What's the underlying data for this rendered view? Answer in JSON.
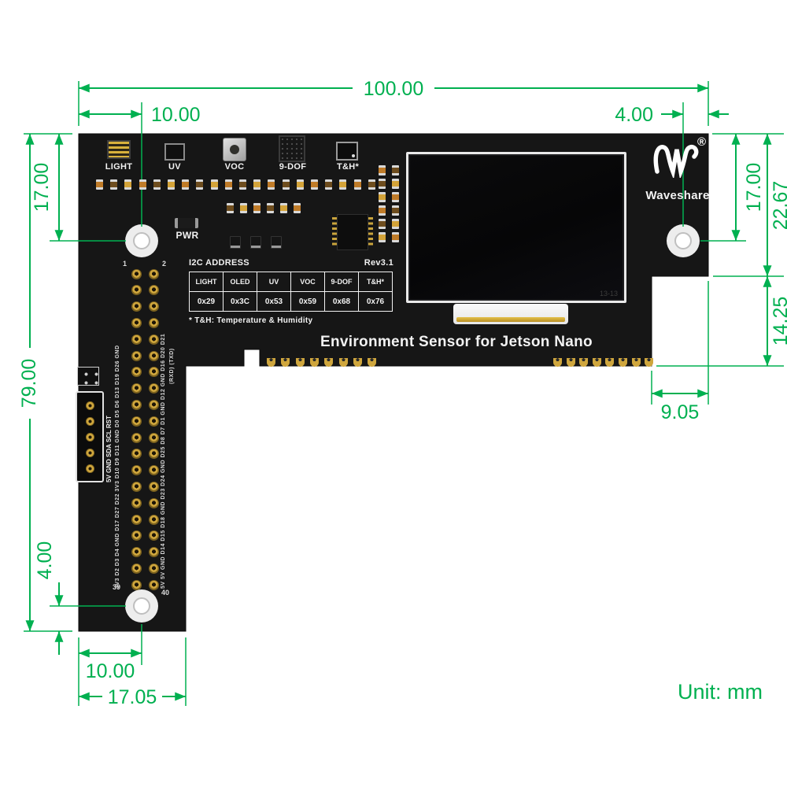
{
  "unit_label": "Unit: mm",
  "colors": {
    "dimension_green": "#00b050",
    "board_black": "#161616",
    "pad_gold": "#cfa63d"
  },
  "dimensions": {
    "top_width": "100.00",
    "top_left_hole_x": "10.00",
    "top_right_hole_x": "4.00",
    "left_hole_y": "17.00",
    "board_height": "79.00",
    "bottom_hole_y": "4.00",
    "bottom_hole_x": "10.00",
    "arm_width": "17.05",
    "right_hole_y": "17.00",
    "right_edge_top": "22.67",
    "right_edge_bottom": "14.25",
    "right_step_width": "9.05"
  },
  "board": {
    "title": "Environment Sensor for Jetson Nano",
    "rev": "Rev3.1",
    "pwr_label": "PWR",
    "sensors": [
      "LIGHT",
      "UV",
      "VOC",
      "9-DOF",
      "T&H*"
    ],
    "i2c_table": {
      "label": "I2C ADDRESS",
      "headers": [
        "LIGHT",
        "OLED",
        "UV",
        "VOC",
        "9-DOF",
        "T&H*"
      ],
      "values": [
        "0x29",
        "0x3C",
        "0x53",
        "0x59",
        "0x68",
        "0x76"
      ],
      "footnote": "* T&H: Temperature & Humidity"
    },
    "logo": {
      "text": "Waveshare",
      "registered": "®"
    },
    "oled_marking": "13-13",
    "header_pins": {
      "pin1": "1",
      "pin2": "2",
      "pin39": "39",
      "pin40": "40",
      "left_labels": "3V3 D2 D3 D4 GND D17 D27 D22 3V3 D10 D9 D11 GND D0 D5 D6 D13 D19 D26 GND",
      "right_labels": "5V 5V GND D14 D15 D18 GND D23 D24 GND D25 D8 D7 D1 GND D12 GND D16 D20 D21",
      "uart_note": "(RXD) (TXD)"
    },
    "side_connector_label": "5V GND SDA SCL RST"
  }
}
